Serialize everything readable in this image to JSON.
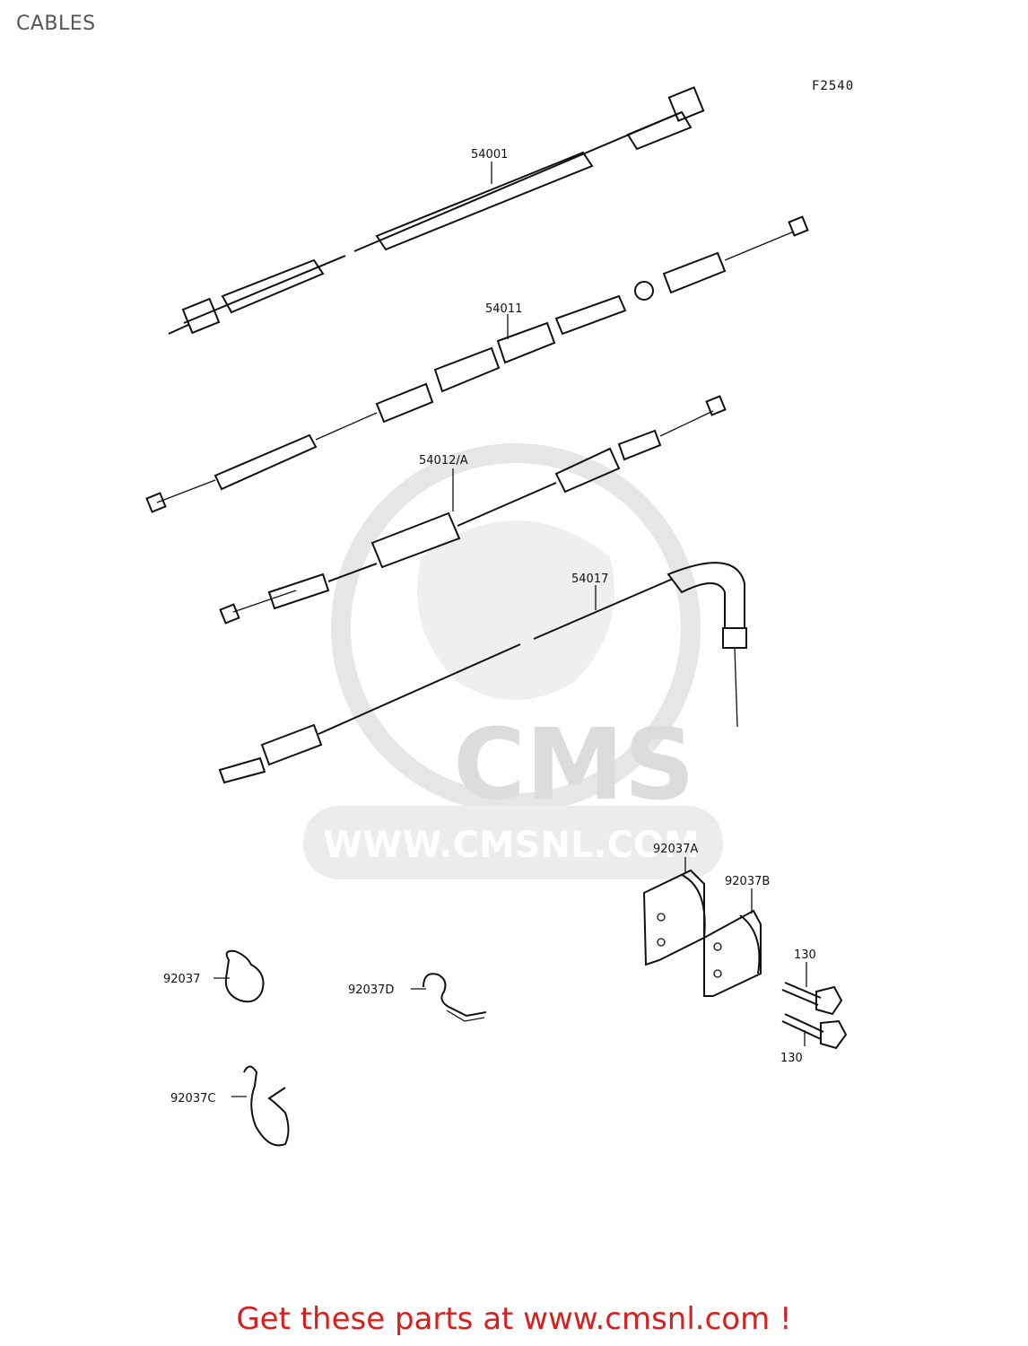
{
  "page": {
    "title": "CABLES"
  },
  "diagram": {
    "reference_code": "F2540",
    "part_labels": {
      "p54001": "54001",
      "p54011": "54011",
      "p54012A": "54012/A",
      "p54017": "54017",
      "p92037A": "92037A",
      "p92037B": "92037B",
      "p130_top": "130",
      "p130_bottom": "130",
      "p92037": "92037",
      "p92037D": "92037D",
      "p92037C": "92037C"
    },
    "watermark": {
      "brand": "CMS",
      "url": "WWW.CMSNL.COM"
    }
  },
  "footer": {
    "text": "Get these parts at www.cmsnl.com !"
  },
  "colors": {
    "footer": "#d62020",
    "title": "#555555",
    "watermark": "#dcdcdc"
  }
}
